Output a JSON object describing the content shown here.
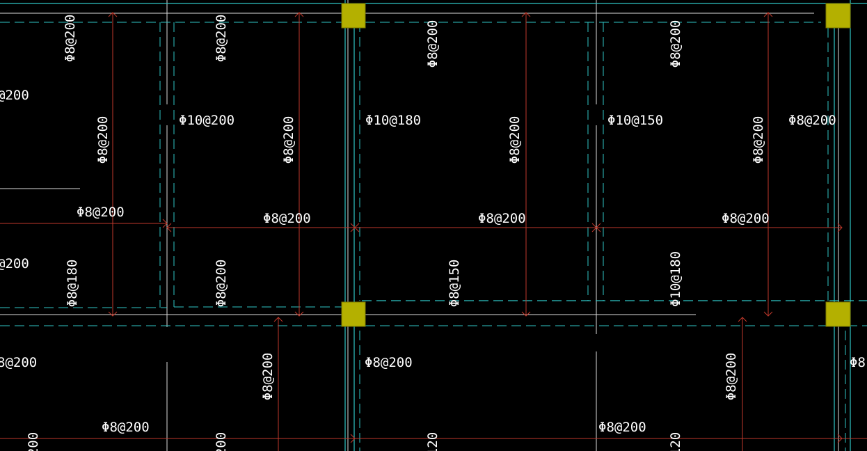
{
  "colors": {
    "background": "#000000",
    "grid_line": "#ffffff",
    "beam_edge_cyan": "#2fc6c6",
    "rebar_red": "#c0392b",
    "column_fill": "#b4b000",
    "column_stroke": "#7a7700",
    "text": "#ffffff"
  },
  "labels": [
    {
      "text": "Φ8@200",
      "orient": "vertical"
    },
    {
      "text": "Φ8@200",
      "orient": "vertical"
    },
    {
      "text": "Φ8@200",
      "orient": "vertical"
    },
    {
      "text": "Φ8@200",
      "orient": "vertical"
    },
    {
      "text": "@200",
      "orient": "horizontal"
    },
    {
      "text": "Φ10@200",
      "orient": "horizontal"
    },
    {
      "text": "Φ10@180",
      "orient": "horizontal"
    },
    {
      "text": "Φ10@150",
      "orient": "horizontal"
    },
    {
      "text": "Φ8@200",
      "orient": "horizontal"
    },
    {
      "text": "Φ8@200",
      "orient": "vertical"
    },
    {
      "text": "Φ8@200",
      "orient": "vertical"
    },
    {
      "text": "Φ8@200",
      "orient": "vertical"
    },
    {
      "text": "Φ8@200",
      "orient": "vertical"
    },
    {
      "text": "Φ8@200",
      "orient": "horizontal"
    },
    {
      "text": "Φ8@200",
      "orient": "horizontal"
    },
    {
      "text": "Φ8@200",
      "orient": "horizontal"
    },
    {
      "text": "Φ8@200",
      "orient": "horizontal"
    },
    {
      "text": "@200",
      "orient": "horizontal"
    },
    {
      "text": "Φ8@180",
      "orient": "vertical"
    },
    {
      "text": "Φ8@200",
      "orient": "vertical"
    },
    {
      "text": "Φ8@150",
      "orient": "vertical"
    },
    {
      "text": "Φ10@180",
      "orient": "vertical"
    },
    {
      "text": "8@200",
      "orient": "horizontal"
    },
    {
      "text": "Φ8@200",
      "orient": "vertical"
    },
    {
      "text": "Φ8@200",
      "orient": "horizontal"
    },
    {
      "text": "Φ8@200",
      "orient": "vertical"
    },
    {
      "text": "Φ8",
      "orient": "horizontal"
    },
    {
      "text": "Φ8@200",
      "orient": "horizontal"
    },
    {
      "text": "Φ8@200",
      "orient": "horizontal"
    },
    {
      "text": "200",
      "orient": "vertical"
    },
    {
      "text": "200",
      "orient": "vertical"
    },
    {
      "text": "120",
      "orient": "vertical"
    },
    {
      "text": "120",
      "orient": "vertical"
    }
  ]
}
